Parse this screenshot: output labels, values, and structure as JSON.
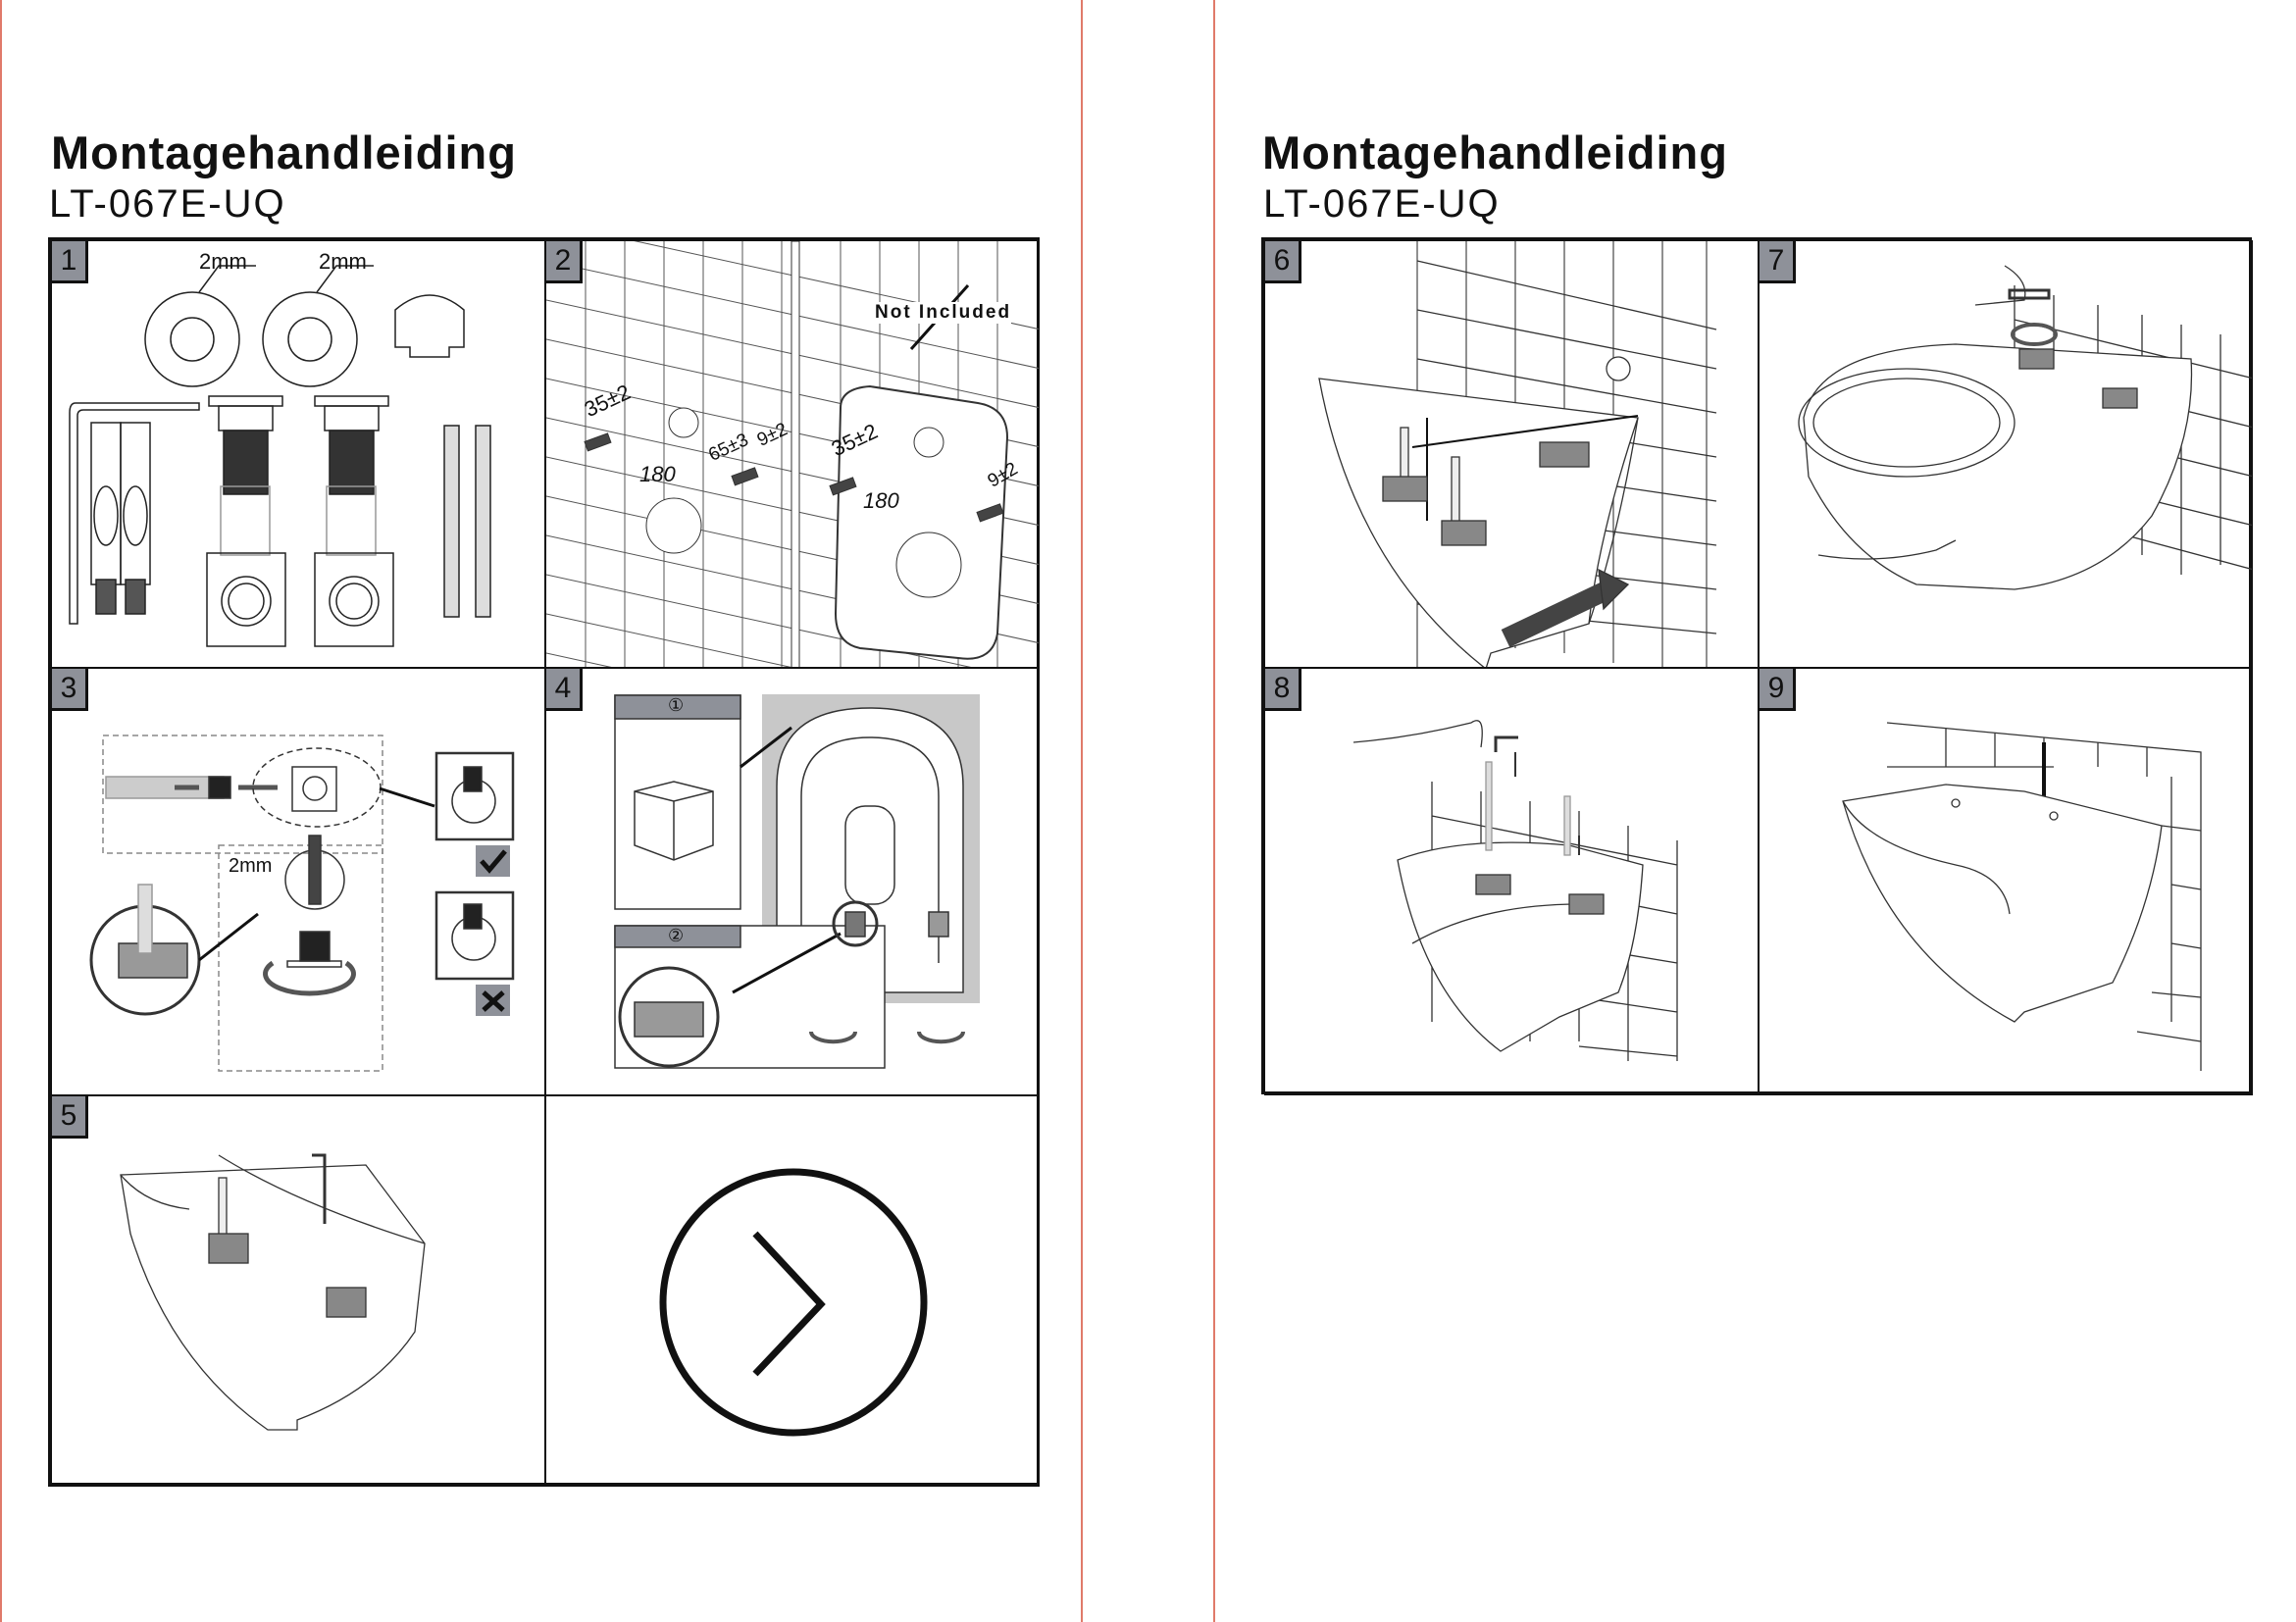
{
  "pages": [
    {
      "title": "Montagehandleiding",
      "model": "LT-067E-UQ"
    },
    {
      "title": "Montagehandleiding",
      "model": "LT-067E-UQ"
    }
  ],
  "steps": {
    "s1": "1",
    "s2": "2",
    "s3": "3",
    "s4": "4",
    "s5": "5",
    "s6": "6",
    "s7": "7",
    "s8": "8",
    "s9": "9"
  },
  "step1": {
    "washer1": "2mm",
    "washer2": "2mm"
  },
  "step2": {
    "not_included": "Not Included",
    "dim_a": "35±2",
    "dim_b": "180",
    "dim_c": "65±3",
    "dim_d": "9±2",
    "dim_e": "35±2",
    "dim_f": "180",
    "dim_g": "9±2"
  },
  "step3": {
    "washer": "2mm"
  },
  "step4": {
    "sub1": "①",
    "sub2": "②"
  },
  "next": {
    "icon": "chevron-right-circle-icon"
  }
}
